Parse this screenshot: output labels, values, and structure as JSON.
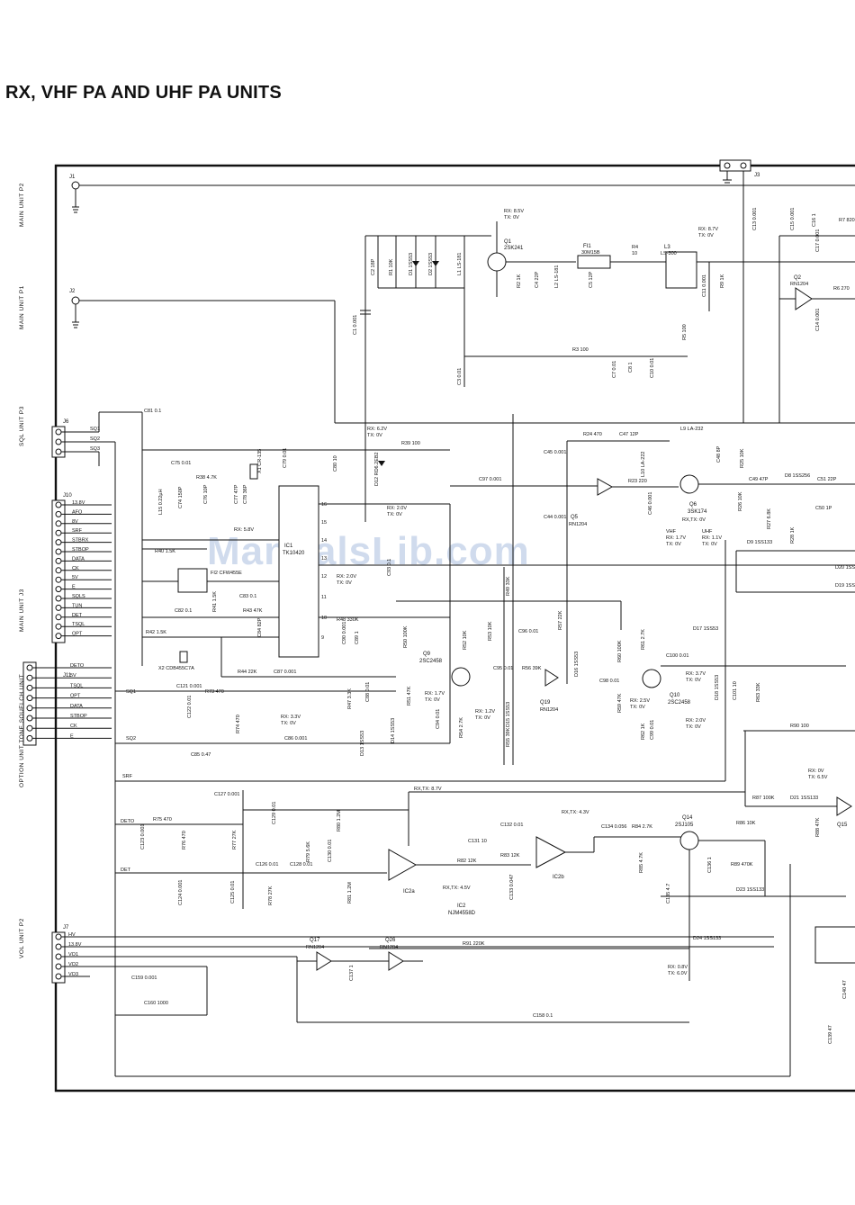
{
  "title": "RX, VHF PA AND UHF PA UNITS",
  "watermark": "ManualsLib.com",
  "side_labels": {
    "main_p2": "MAIN UNIT P2",
    "main_p1": "MAIN UNIT P1",
    "sql_p3": "SQL UNIT P3",
    "main_j3": "MAIN UNIT J3",
    "option_p1": "OPTION UNIT TONE SQUELCH UNIT",
    "vol_p2": "VOL UNIT P2"
  },
  "connectors": {
    "j1": "J1",
    "j2": "J2",
    "j3": "J3",
    "j6": "J6",
    "j7": "J7",
    "j10": "J10",
    "j11": "J11",
    "j6_pins": [
      "SQ1",
      "SQ2",
      "SQ3"
    ],
    "j10_pins": [
      "13.8V",
      "AFO",
      "8V",
      "SRF",
      "STBRX",
      "STBOP",
      "DATA",
      "CK",
      "5V",
      "E",
      "SQLS",
      "TUN",
      "DET",
      "TSQL",
      "OPT"
    ],
    "j11_pins": [
      "DETO",
      "5V",
      "TSQL",
      "OPT",
      "DATA",
      "STBOP",
      "CK",
      "E"
    ],
    "j7_pins": [
      "HV",
      "13.8V",
      "VO1",
      "VO2",
      "VO3"
    ]
  },
  "components": {
    "q1": "Q1",
    "q1_type": "2SK241",
    "q1_v1": "RX: 8.5V",
    "q1_v2": "TX: 0V",
    "l3": "L3",
    "l3_type": "LS-300",
    "l3_v1": "RX: 8.7V",
    "l3_v2": "TX: 0V",
    "fi1": "FI1",
    "fi1_type": "30M15B",
    "r4": "R4",
    "r4_val": "10",
    "q2": "Q2",
    "q2_type": "RN1204",
    "r3": "R3 100",
    "c1": "C1 0.001",
    "c2": "C2 18P",
    "r1": "R1 10K",
    "d1": "D1 1SS53",
    "d2": "D2 1SS53",
    "l1": "L1 LS-181",
    "r2": "R2 1K",
    "c4": "C4 22P",
    "l2": "L2 LS-181",
    "c5": "C5 12P",
    "c3": "C3 0.01",
    "c7": "C7 0.01",
    "c8": "C8 1",
    "c10": "C10 0.01",
    "r5": "R5 100",
    "c13": "C13 0.001",
    "c15": "C15 0.001",
    "c16": "C16 1",
    "c17": "C17 0.001",
    "r7": "R7 820",
    "r6": "R6 270",
    "c14": "C14 0.001",
    "ic1": "IC1",
    "ic1_type": "TK10420",
    "ic1_pins": [
      "16",
      "15",
      "14",
      "13",
      "12",
      "11",
      "10",
      "9"
    ],
    "x1": "X1 CR-135",
    "x2": "X2 CDB455C7A",
    "fi2": "FI2 CFW455E",
    "c81": "C81 0.1",
    "c75": "C75 0.01",
    "r38": "R38 4.7K",
    "c76": "C76 10P",
    "c77": "C77 47P",
    "c78": "C78 36P",
    "c79": "C79 0.01",
    "c80": "C80 10",
    "c74": "C74 150P",
    "l15": "L15 0.22µH",
    "r40": "R40 1.5K",
    "r41": "R41 1.5K",
    "c83": "C83 0.1",
    "r43": "R43 47K",
    "c84": "C84 82P",
    "c82": "C82 0.1",
    "r42": "R42 1.5K",
    "r44": "R44 22K",
    "c87": "C87 0.001",
    "r39": "R39 100",
    "d12": "D12 RD6.2EB2",
    "v_62": "RX: 6.2V",
    "v_62tx": "TX: 0V",
    "v_58": "RX: 5.8V",
    "v_20": "RX: 2.0V",
    "v_20tx": "TX: 0V",
    "r48": "R48 330K",
    "c89": "C89 1",
    "c90": "C90 0.001",
    "c93": "C93 0.1",
    "c88": "C88 0.01",
    "d13": "D13 1SS53",
    "d14": "D14 1SS53",
    "q9": "Q9",
    "q9_type": "2SC2458",
    "q19": "Q19",
    "q19_type": "RN1204",
    "q10": "Q10",
    "q10_type": "2SC2458",
    "r49": "R49 33K",
    "r50": "R50 100K",
    "r51": "R51 47K",
    "r52": "R52 10K",
    "r53": "R53 10K",
    "c94": "C94 0.01",
    "r54": "R54 2.7K",
    "d15": "D15 1SS53",
    "r55": "R55 39K",
    "c95": "C95 0.01",
    "r56": "R56 39K",
    "c96": "C96 0.01",
    "r57": "R57 22K",
    "d16": "D16 1SS53",
    "r60": "R60 100K",
    "r61": "R61 2.7K",
    "c98": "C98 0.01",
    "r59": "R59 47K",
    "c99": "C99 0.01",
    "r62": "R62 1K",
    "c100": "C100 0.01",
    "d17": "D17 1SS53",
    "d18": "D18 1SS53",
    "c101": "C101 10",
    "r63": "R63 33K",
    "r90": "R90 100",
    "c85": "C85 0.47",
    "c86": "C86 0.001",
    "c121": "C121 0.001",
    "c122": "C122 0.01",
    "r73": "R73 470",
    "r74": "R74 470",
    "r24": "R24 470",
    "c47": "C47 12P",
    "l10": "L10 LA-222",
    "l9": "L9 LA-232",
    "c48": "C48 8P",
    "r25": "R25 10K",
    "c45": "C45 0.001",
    "c44": "C44 0.001",
    "q5": "Q5",
    "q5_type": "RN1204",
    "r23": "R23 220",
    "c46": "C46 0.001",
    "c97": "C97 0.001",
    "q6": "Q6",
    "q6_type": "3SK174",
    "c49": "C49 47P",
    "d8": "D8 1SS256",
    "c51": "C51 22P",
    "c50": "C50 1P",
    "r26": "R26 10K",
    "r27": "R27 6.8K",
    "r28": "R28 1K",
    "d9": "D9 1SS133",
    "ic2": "IC2",
    "ic2_type": "NJM4558D",
    "ic2a": "IC2a",
    "ic2b": "IC2b",
    "c127": "C127 0.001",
    "r75": "R75 470",
    "r76": "R76 470",
    "r77": "R77 27K",
    "c125": "C125 0.01",
    "c124": "C124 0.001",
    "c126": "C126 0.01",
    "r78": "R78 27K",
    "c128": "C128 0.01",
    "r79": "R79 5.6K",
    "c130": "C130 0.01",
    "r80": "R80 1.2M",
    "r81": "R81 1.2M",
    "c129": "C129 0.01",
    "c131": "C131 10",
    "c132": "C132 0.01",
    "r82": "R82 12K",
    "r83": "R83 12K",
    "c133": "C133 0.047",
    "c134": "C134 0.056",
    "r84": "R84 2.7K",
    "r85": "R85 4.7K",
    "q14": "Q14",
    "q14_type": "2SJ105",
    "r86": "R86 10K",
    "r89": "R89 470K",
    "d23": "D23 1SS133",
    "d24": "D24 1SS133",
    "c135": "C135 4.7",
    "c136": "C136 1",
    "r87": "R87 100K",
    "r88": "R88 47K",
    "d21": "D21 1SS133",
    "q15": "Q15",
    "r91": "R91 220K",
    "q17": "Q17",
    "q17_type": "RN1204",
    "q26": "Q26",
    "q26_type": "RN1204",
    "c137": "C137 1",
    "c159": "C159 0.001",
    "c160": "C160 1000",
    "c158": "C158 0.1",
    "c139": "C139 47",
    "c140": "C140 47",
    "v_87": "RX,TX: 8.7V",
    "v_43": "RX,TX: 4.3V",
    "v_45": "RX,TX: 4.5V",
    "v_q15a": "RX: 0V",
    "v_q15b": "TX: 6.5V",
    "v_08": "RX: 0.8V",
    "v_60": "TX: 6.0V",
    "v_17": "RX: 1.7V",
    "v_17tx": "TX: 0V",
    "v_12": "RX: 1.2V",
    "v_12tx": "TX: 0V",
    "v_25": "RX: 2.5V",
    "v_25tx": "TX: 0V",
    "v_37": "RX: 3.7V",
    "v_37tx": "TX: 0V",
    "v_20b": "RX: 2.0V",
    "v_20btx": "TX: 0V",
    "v_33": "RX: 3.3V",
    "v_33tx": "TX: 0V",
    "v_vhf": "VHF",
    "v_vhf1": "RX: 1.7V",
    "v_vhf2": "TX: 0V",
    "v_uhf": "UHF",
    "v_uhf1": "RX: 1.1V",
    "v_uhf2": "TX: 0V",
    "v_q6": "RX,TX: 0V"
  }
}
